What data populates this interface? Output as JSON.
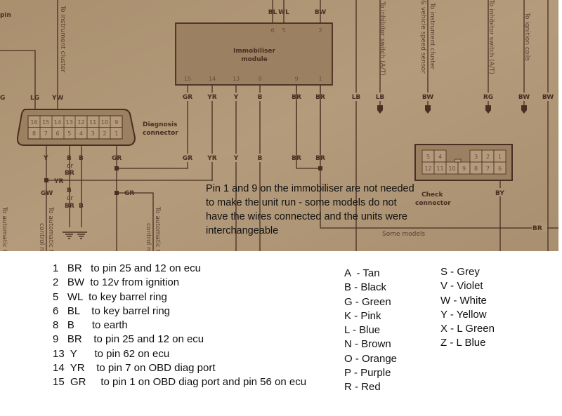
{
  "diagram": {
    "top_left_fragment": "pin",
    "immobiliser": {
      "title_line1": "Immobiliser",
      "title_line2": "module",
      "top_pins": [
        {
          "pin": "6",
          "wire": "BL"
        },
        {
          "pin": "5",
          "wire": "WL"
        },
        {
          "pin": "2",
          "wire": "BW"
        }
      ],
      "bottom_pins": [
        {
          "pin": "15",
          "wire": "GR"
        },
        {
          "pin": "14",
          "wire": "YR"
        },
        {
          "pin": "13",
          "wire": "Y"
        },
        {
          "pin": "8",
          "wire": "B"
        },
        {
          "pin": "9",
          "wire": "BR"
        },
        {
          "pin": "1",
          "wire": "BR"
        }
      ]
    },
    "diagnosis_connector": {
      "label_line1": "Diagnosis",
      "label_line2": "connector",
      "top_row": [
        "16",
        "15",
        "14",
        "13",
        "12",
        "11",
        "10",
        "9"
      ],
      "bottom_row": [
        "8",
        "7",
        "6",
        "5",
        "4",
        "3",
        "2",
        "1"
      ],
      "top_wires": [
        "G",
        "LG",
        "YW"
      ],
      "bottom_wires": {
        "y": "Y",
        "b_or_br": "B",
        "or": "or",
        "br": "BR",
        "b": "B",
        "gr": "GR",
        "yr": "YR",
        "gw": "GW"
      }
    },
    "check_connector": {
      "label_line1": "Check",
      "label_line2": "connector",
      "top_row": [
        "5",
        "4",
        "3",
        "2",
        "1"
      ],
      "bottom_row": [
        "12",
        "11",
        "10",
        "9",
        "8",
        "7",
        "6"
      ],
      "wire": "BY"
    },
    "vertical_texts": {
      "instrument_cluster": "To instrument cluster",
      "inhibitor_1": "To inhibitor switch (A/T)",
      "cluster_speed_1": "To instrument cluster",
      "cluster_speed_2": "& vehicle speed sensor",
      "inhibitor_2": "To inhibitor switch (A/T)",
      "ignition_coils": "To ignition coils",
      "auto_1": "To automatic t",
      "auto_2a": "To automatic t",
      "auto_2b": "control m",
      "auto_3a": "To automatic t",
      "auto_3b": "control m"
    },
    "right_wires": [
      "LB",
      "LB",
      "BW",
      "RG",
      "BW",
      "BW"
    ],
    "br_line": "BR",
    "some_models": "Some models"
  },
  "note": [
    "Pin 1 and 9 on the immobiliser are not needed",
    "to make the unit run - some models do not",
    "have the wires connected and the units were",
    "interchangeable"
  ],
  "pin_list": [
    "1   BR   to pin 25 and 12 on ecu",
    "2   BW  to 12v from ignition",
    "5   WL  to key barrel ring",
    "6   BL    to key barrel ring",
    "8   B      to earth",
    "9   BR    to pin 25 and 12 on ecu",
    "13  Y      to pin 62 on ecu",
    "14  YR    to pin 7 on OBD diag port",
    "15  GR     to pin 1 on OBD diag port and pin 56 on ecu"
  ],
  "color_codes_col1": [
    "A  - Tan",
    "B - Black",
    "G - Green",
    "K - Pink",
    "L - Blue",
    "N - Brown",
    "O - Orange",
    "P - Purple",
    "R - Red"
  ],
  "color_codes_col2": [
    "S - Grey",
    "V - Violet",
    "W - White",
    "Y - Yellow",
    "X - L Green",
    "Z - L Blue"
  ],
  "colors": {
    "paper": "#ad9474",
    "ink": "#4a2e22",
    "box": "#9c8062"
  }
}
